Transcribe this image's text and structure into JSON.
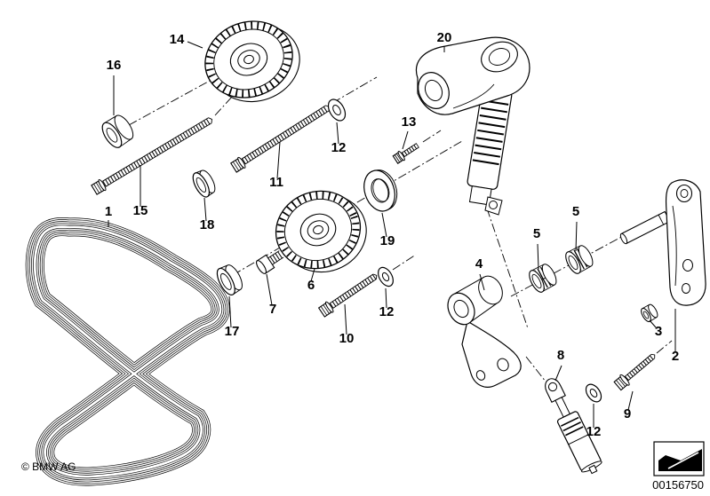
{
  "colors": {
    "background": "#ffffff",
    "line": "#000000"
  },
  "footer": {
    "copyright": "© BMW AG",
    "part_number": "00156750",
    "stamp_icon": "corner-arrow-icon"
  },
  "callouts": [
    {
      "id": "1",
      "text": "1"
    },
    {
      "id": "2",
      "text": "2"
    },
    {
      "id": "3",
      "text": "3"
    },
    {
      "id": "4",
      "text": "4"
    },
    {
      "id": "5-left",
      "text": "5"
    },
    {
      "id": "5-right",
      "text": "5"
    },
    {
      "id": "6",
      "text": "6"
    },
    {
      "id": "7",
      "text": "7"
    },
    {
      "id": "8",
      "text": "8"
    },
    {
      "id": "9",
      "text": "9"
    },
    {
      "id": "10",
      "text": "10"
    },
    {
      "id": "11",
      "text": "11"
    },
    {
      "id": "12-top",
      "text": "12"
    },
    {
      "id": "12-middle",
      "text": "12"
    },
    {
      "id": "12-bottom",
      "text": "12"
    },
    {
      "id": "13",
      "text": "13"
    },
    {
      "id": "14",
      "text": "14"
    },
    {
      "id": "15",
      "text": "15"
    },
    {
      "id": "16",
      "text": "16"
    },
    {
      "id": "17",
      "text": "17"
    },
    {
      "id": "18",
      "text": "18"
    },
    {
      "id": "19",
      "text": "19"
    },
    {
      "id": "20",
      "text": "20"
    }
  ]
}
